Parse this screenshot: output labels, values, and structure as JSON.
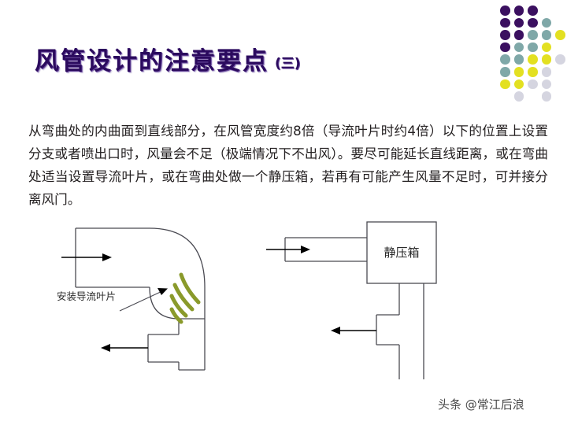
{
  "slide": {
    "title": "风管设计的注意要点",
    "title_suffix": "(三)",
    "title_color": "#2b0a5e",
    "body_text": "从弯曲处的内曲面到直线部分，在风管宽度约8倍（导流叶片时约4倍）以下的位置上设置分支或者喷出口时，风量会不足（极端情况下不出风）。要尽可能延长直线距离，或在弯曲处适当设置导流叶片，或在弯曲处做一个静压箱，若再有可能产生风量不足时，可并接分离风门。",
    "watermark": "头条 @常江后浪"
  },
  "decoration": {
    "divider_color": "#2c2c3a",
    "palette": {
      "purple": "#3b1060",
      "purple_light": "#4a1a7a",
      "teal": "#7fa8a8",
      "yellow": "#e3e021",
      "grey": "#d5d5e0"
    },
    "dots": [
      {
        "col": 0,
        "row": 0,
        "color": "#3b1060"
      },
      {
        "col": 1,
        "row": 0,
        "color": "#3b1060"
      },
      {
        "col": 2,
        "row": 0,
        "color": "#3b1060"
      },
      {
        "col": 0,
        "row": 1,
        "color": "#3b1060"
      },
      {
        "col": 1,
        "row": 1,
        "color": "#3b1060"
      },
      {
        "col": 2,
        "row": 1,
        "color": "#3b1060"
      },
      {
        "col": 3,
        "row": 1,
        "color": "#7fa8a8"
      },
      {
        "col": 0,
        "row": 2,
        "color": "#3b1060"
      },
      {
        "col": 1,
        "row": 2,
        "color": "#3b1060"
      },
      {
        "col": 2,
        "row": 2,
        "color": "#7fa8a8"
      },
      {
        "col": 3,
        "row": 2,
        "color": "#7fa8a8"
      },
      {
        "col": 4,
        "row": 2,
        "color": "#e3e021"
      },
      {
        "col": 0,
        "row": 3,
        "color": "#3b1060"
      },
      {
        "col": 1,
        "row": 3,
        "color": "#7fa8a8"
      },
      {
        "col": 2,
        "row": 3,
        "color": "#7fa8a8"
      },
      {
        "col": 3,
        "row": 3,
        "color": "#e3e021"
      },
      {
        "col": 0,
        "row": 4,
        "color": "#7fa8a8"
      },
      {
        "col": 1,
        "row": 4,
        "color": "#7fa8a8"
      },
      {
        "col": 2,
        "row": 4,
        "color": "#e3e021"
      },
      {
        "col": 3,
        "row": 4,
        "color": "#e3e021"
      },
      {
        "col": 4,
        "row": 4,
        "color": "#d5d5e0"
      },
      {
        "col": 0,
        "row": 5,
        "color": "#7fa8a8"
      },
      {
        "col": 1,
        "row": 5,
        "color": "#e3e021"
      },
      {
        "col": 2,
        "row": 5,
        "color": "#e3e021"
      },
      {
        "col": 3,
        "row": 5,
        "color": "#d5d5e0"
      },
      {
        "col": 0,
        "row": 6,
        "color": "#e3e021"
      },
      {
        "col": 1,
        "row": 6,
        "color": "#e3e021"
      },
      {
        "col": 2,
        "row": 6,
        "color": "#d5d5e0"
      },
      {
        "col": 3,
        "row": 6,
        "color": "#d5d5e0"
      },
      {
        "col": 1,
        "row": 7,
        "color": "#d5d5e0"
      },
      {
        "col": 3,
        "row": 7,
        "color": "#d5d5e0"
      }
    ]
  },
  "diagram_left": {
    "name": "elbow-with-turning-vanes",
    "vane_label": "安装导流叶片",
    "vane_color": "#8a9a2b",
    "line_color": "#4a4a52",
    "arrow_color": "#000000",
    "inlet_arrow": "right",
    "outlet_arrow": "left"
  },
  "diagram_right": {
    "name": "plenum-box-branch",
    "box_label": "静压箱",
    "line_color": "#4a4a52",
    "arrow_color": "#000000",
    "inlet_arrow": "right",
    "outlet_arrow": "left"
  }
}
